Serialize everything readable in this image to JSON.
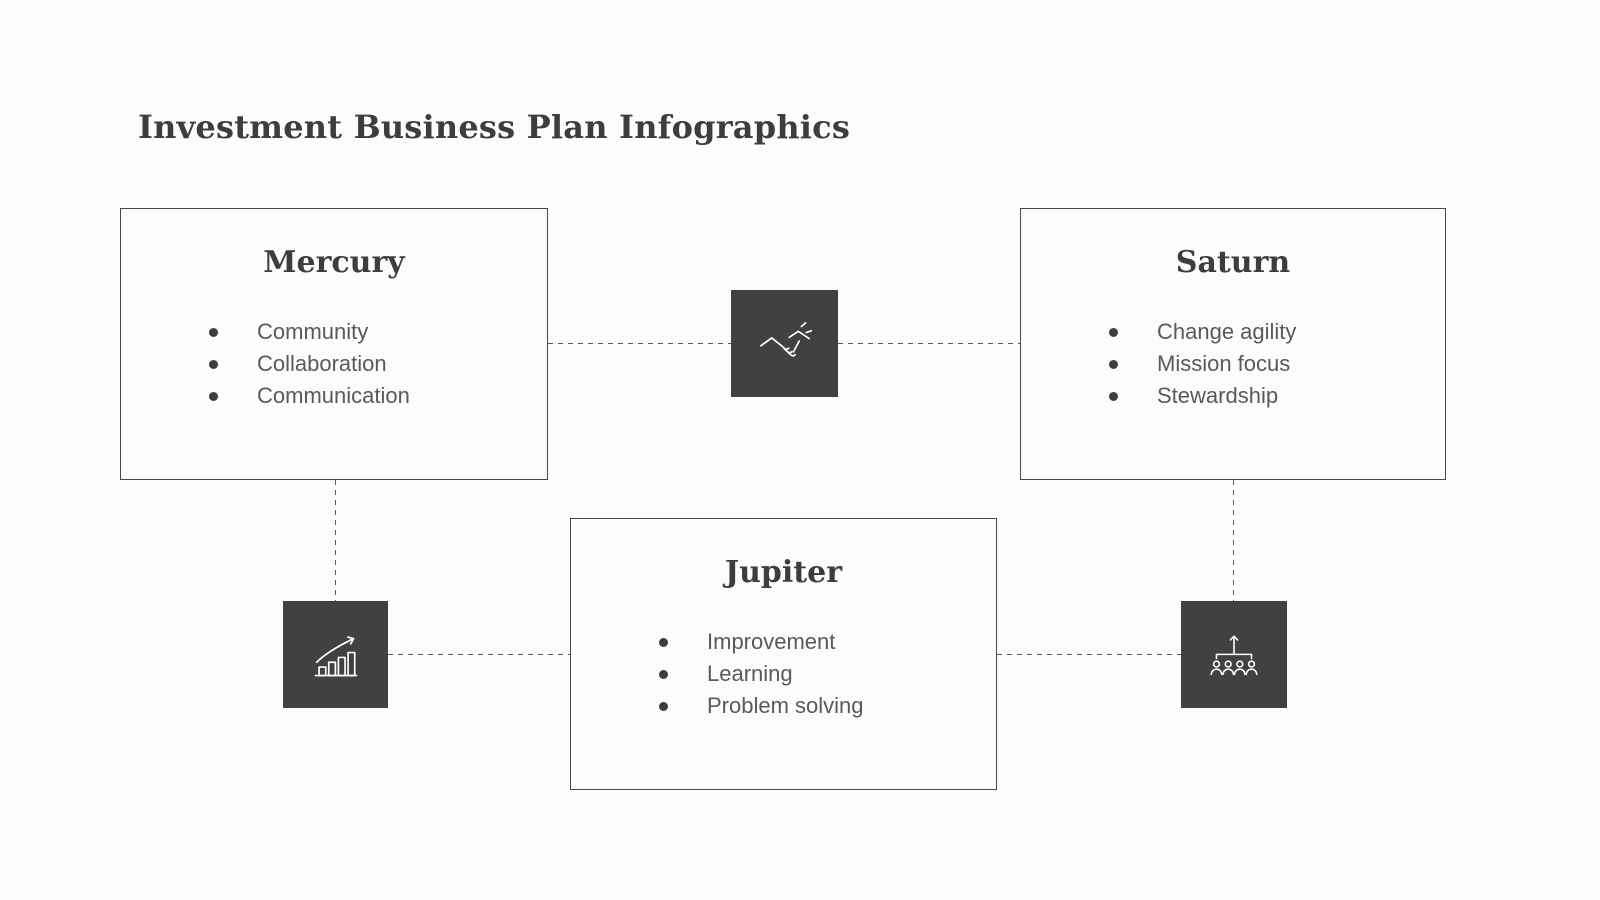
{
  "page": {
    "title": "Investment Business Plan Infographics"
  },
  "nodes": {
    "mercury": {
      "title": "Mercury",
      "items": [
        "Community",
        "Collaboration",
        "Communication"
      ]
    },
    "saturn": {
      "title": "Saturn",
      "items": [
        "Change agility",
        "Mission focus",
        "Stewardship"
      ]
    },
    "jupiter": {
      "title": "Jupiter",
      "items": [
        "Improvement",
        "Learning",
        "Problem solving"
      ]
    }
  },
  "icons": {
    "partnership": "handshake-icon",
    "growth": "growth-chart-icon",
    "team_structure": "org-hierarchy-icon"
  },
  "colors": {
    "background": "#fdfcfa",
    "box_border": "#474747",
    "icon_box_background": "#414141",
    "heading_text": "#3d3d3d",
    "body_text": "#595959",
    "connector": "#5a5a5a"
  }
}
